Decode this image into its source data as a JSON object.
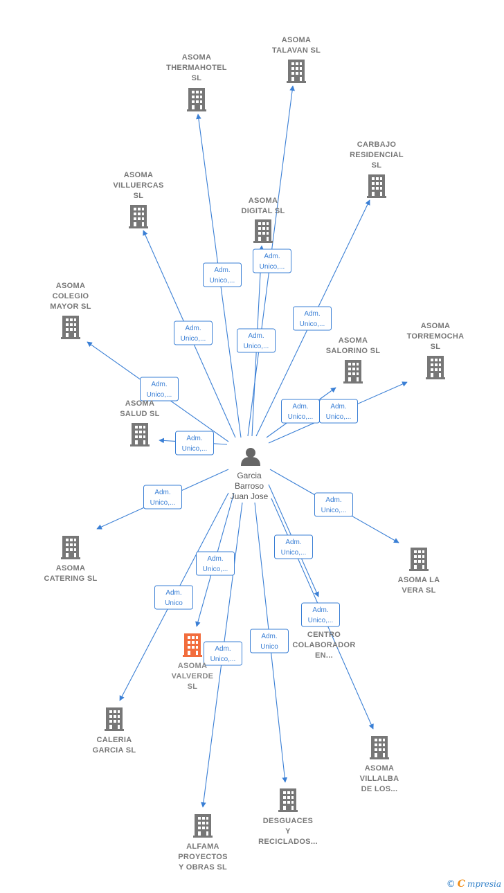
{
  "colors": {
    "edge": "#3a7fd5",
    "building": "#777777",
    "building_main": "#f26d3d",
    "person": "#666666",
    "box_border": "#3a7fd5"
  },
  "center": {
    "name_lines": [
      "Garcia",
      "Barroso",
      "Juan Jose"
    ]
  },
  "companies": [
    {
      "id": "thermahotel",
      "lines": [
        "ASOMA",
        "THERMAHOTEL",
        "SL"
      ],
      "main": false
    },
    {
      "id": "talavan",
      "lines": [
        "ASOMA",
        "TALAVAN  SL"
      ],
      "main": false
    },
    {
      "id": "carbajo",
      "lines": [
        "CARBAJO",
        "RESIDENCIAL",
        "SL"
      ],
      "main": false
    },
    {
      "id": "villuercas",
      "lines": [
        "ASOMA",
        "VILLUERCAS",
        "SL"
      ],
      "main": false
    },
    {
      "id": "digital",
      "lines": [
        "ASOMA",
        "DIGITAL  SL"
      ],
      "main": false
    },
    {
      "id": "colegio",
      "lines": [
        "ASOMA",
        "COLEGIO",
        "MAYOR  SL"
      ],
      "main": false
    },
    {
      "id": "torremocha",
      "lines": [
        "ASOMA",
        "TORREMOCHA",
        "SL"
      ],
      "main": false
    },
    {
      "id": "salorino",
      "lines": [
        "ASOMA",
        "SALORINO  SL"
      ],
      "main": false
    },
    {
      "id": "salud",
      "lines": [
        "ASOMA",
        "SALUD  SL"
      ],
      "main": false
    },
    {
      "id": "catering",
      "lines": [
        "ASOMA",
        "CATERING  SL"
      ],
      "main": false
    },
    {
      "id": "lavera",
      "lines": [
        "ASOMA LA",
        "VERA  SL"
      ],
      "main": false
    },
    {
      "id": "centro",
      "lines": [
        "CENTRO",
        "COLABORADOR",
        "EN..."
      ],
      "main": false
    },
    {
      "id": "valverde",
      "lines": [
        "ASOMA",
        "VALVERDE",
        "SL"
      ],
      "main": true
    },
    {
      "id": "caleria",
      "lines": [
        "CALERIA",
        "GARCIA SL"
      ],
      "main": false
    },
    {
      "id": "villalba",
      "lines": [
        "ASOMA",
        "VILLALBA",
        "DE LOS..."
      ],
      "main": false
    },
    {
      "id": "desguaces",
      "lines": [
        "DESGUACES",
        "Y",
        "RECICLADOS..."
      ],
      "main": false
    },
    {
      "id": "alfama",
      "lines": [
        "ALFAMA",
        "PROYECTOS",
        "Y OBRAS  SL"
      ],
      "main": false
    }
  ],
  "edges": [
    {
      "to": "thermahotel",
      "label": [
        "Adm.",
        "Unico,..."
      ]
    },
    {
      "to": "talavan",
      "label": [
        "Adm.",
        "Unico,..."
      ]
    },
    {
      "to": "carbajo",
      "label": [
        "Adm.",
        "Unico,..."
      ]
    },
    {
      "to": "villuercas",
      "label": [
        "Adm.",
        "Unico,..."
      ]
    },
    {
      "to": "digital",
      "label": [
        "Adm.",
        "Unico,..."
      ]
    },
    {
      "to": "colegio",
      "label": [
        "Adm.",
        "Unico,..."
      ]
    },
    {
      "to": "torremocha",
      "label": [
        "Adm.",
        "Unico,..."
      ]
    },
    {
      "to": "salorino",
      "label": [
        "Adm.",
        "Unico,..."
      ]
    },
    {
      "to": "salud",
      "label": [
        "Adm.",
        "Unico,..."
      ]
    },
    {
      "to": "catering",
      "label": [
        "Adm.",
        "Unico,..."
      ]
    },
    {
      "to": "lavera",
      "label": [
        "Adm.",
        "Unico,..."
      ]
    },
    {
      "to": "centro",
      "label": [
        "Adm.",
        "Unico,..."
      ]
    },
    {
      "to": "valverde",
      "label": [
        "Adm.",
        "Unico,..."
      ]
    },
    {
      "to": "caleria",
      "label": [
        "Adm.",
        "Unico"
      ]
    },
    {
      "to": "villalba",
      "label": [
        "Adm.",
        "Unico,..."
      ]
    },
    {
      "to": "desguaces",
      "label": [
        "Adm.",
        "Unico"
      ]
    },
    {
      "to": "alfama",
      "label": [
        "Adm.",
        "Unico,..."
      ]
    }
  ],
  "brand": {
    "copyright": "©",
    "first": "C",
    "rest": "mpresia"
  }
}
